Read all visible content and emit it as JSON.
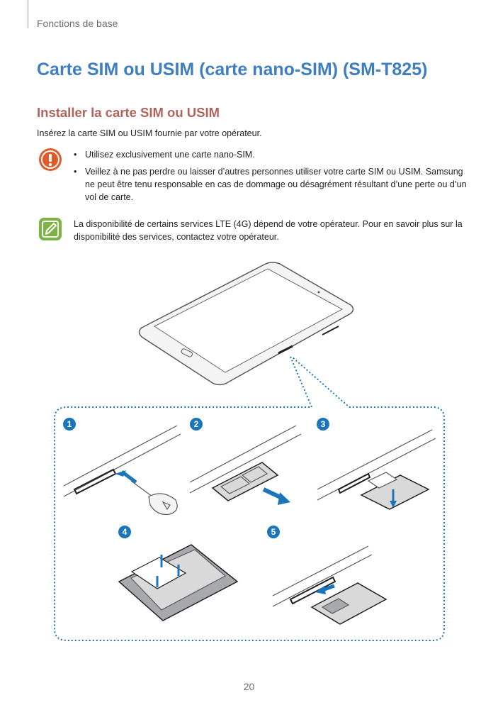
{
  "header": {
    "section": "Fonctions de base"
  },
  "title": "Carte SIM ou USIM (carte nano-SIM) (SM-T825)",
  "subtitle": "Installer la carte SIM ou USIM",
  "intro": "Insérez la carte SIM ou USIM fournie par votre opérateur.",
  "caution": {
    "icon": "exclamation-icon",
    "color": "#e05a2b",
    "items": [
      "Utilisez exclusivement une carte nano-SIM.",
      "Veillez à ne pas perdre ou laisser d’autres personnes utiliser votre carte SIM ou USIM. Samsung ne peut être tenu responsable en cas de dommage ou désagrément résultant d’une perte ou d’un vol de carte."
    ]
  },
  "note": {
    "icon": "pencil-icon",
    "color": "#7cb342",
    "text": "La disponibilité de certains services LTE (4G) dépend de votre opérateur. Pour en savoir plus sur la disponibilité des services, contactez votre opérateur."
  },
  "steps": [
    "1",
    "2",
    "3",
    "4",
    "5"
  ],
  "accent_color": "#1b75bb",
  "page_number": "20"
}
